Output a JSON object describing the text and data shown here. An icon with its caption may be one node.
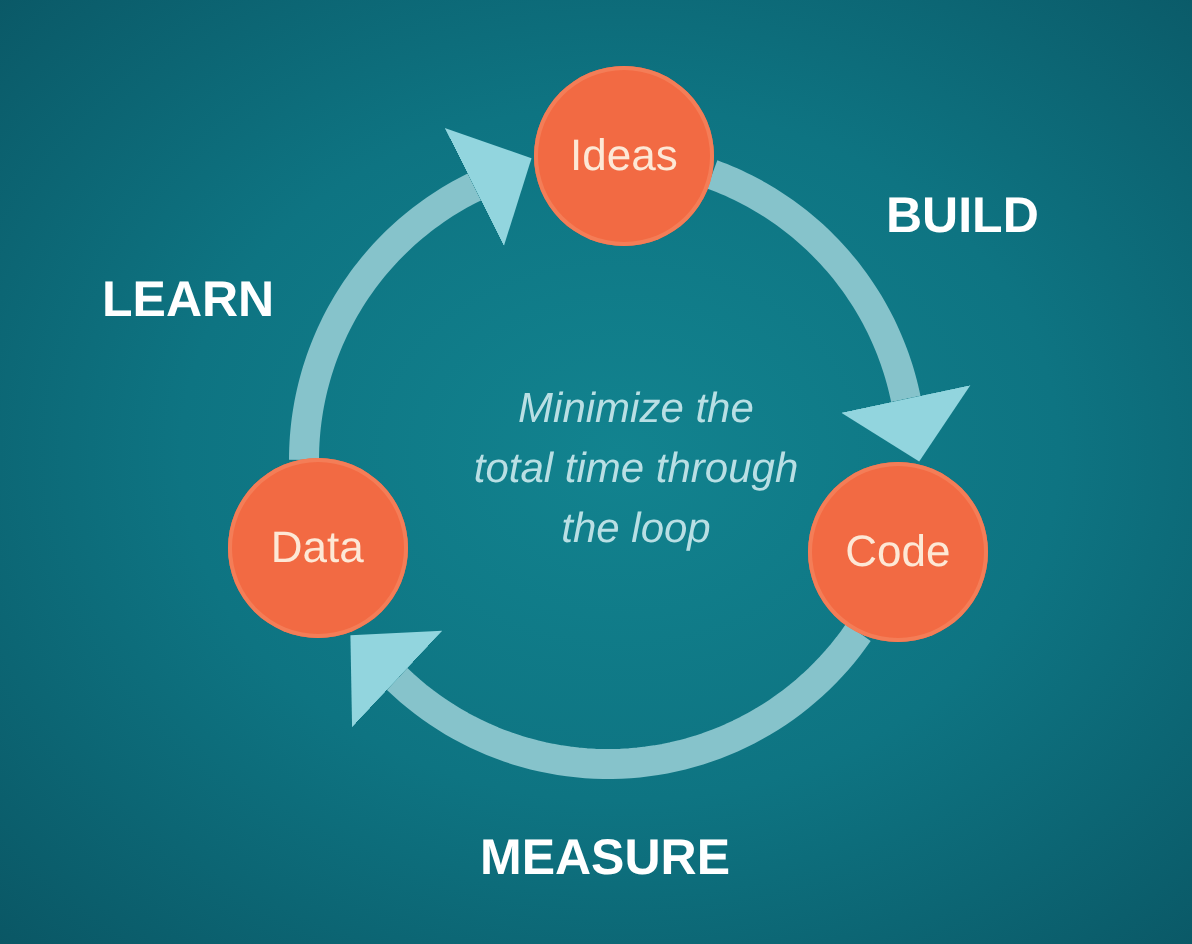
{
  "diagram": {
    "nodes": [
      {
        "text": [
          "Ideas"
        ]
      },
      {
        "text": [
          "Code"
        ]
      },
      {
        "text": [
          "Data"
        ]
      }
    ],
    "edges": [
      {
        "from": 0,
        "to": 1,
        "arrow": "to",
        "label": "BUILD"
      },
      {
        "from": 1,
        "to": 2,
        "arrow": "to",
        "label": "MEASURE"
      },
      {
        "from": 2,
        "to": 0,
        "arrow": "to",
        "label": "LEARN"
      }
    ],
    "labels": [
      "Minimize the total time through the loop"
    ]
  }
}
